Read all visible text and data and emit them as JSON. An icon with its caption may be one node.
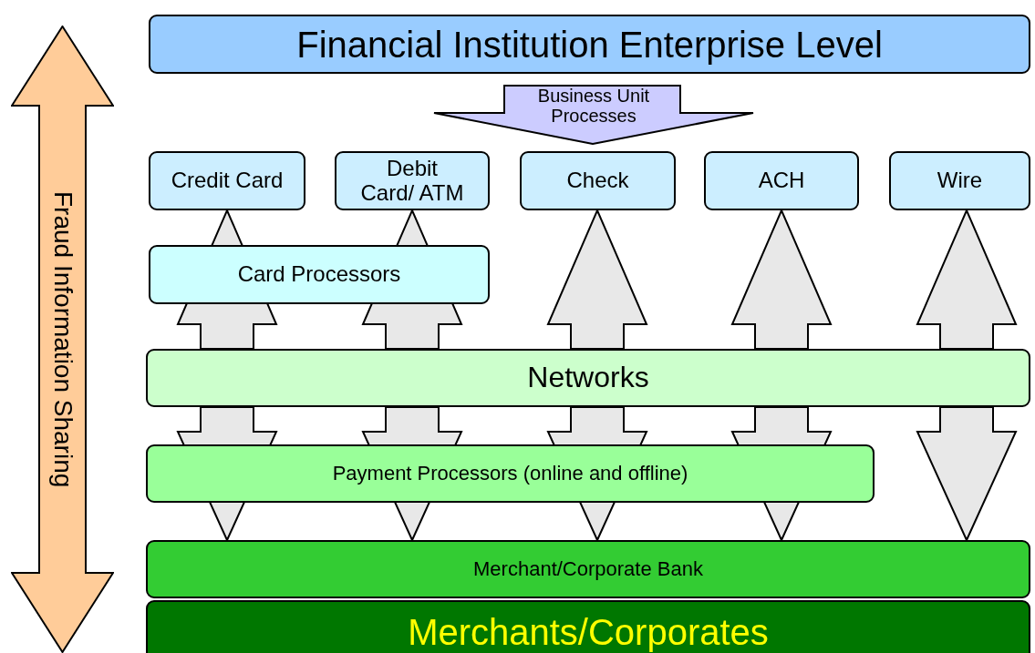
{
  "diagram": {
    "nodes": [
      {
        "text": [
          "Financial Institution Enterprise Level"
        ]
      },
      {
        "text": [
          "Business Unit Processes"
        ]
      },
      {
        "text": [
          "Credit Card"
        ]
      },
      {
        "text": [
          "Debit Card/ ATM"
        ]
      },
      {
        "text": [
          "Check"
        ]
      },
      {
        "text": [
          "ACH"
        ]
      },
      {
        "text": [
          "Wire"
        ]
      },
      {
        "text": [
          "Card Processors"
        ]
      },
      {
        "text": [
          "Networks"
        ]
      },
      {
        "text": [
          "Payment Processors (online and offline)"
        ]
      },
      {
        "text": [
          "Merchant/Corporate Bank"
        ]
      },
      {
        "text": [
          "Merchants/Corporates"
        ]
      },
      {
        "text": [
          "Fraud Information Sharing"
        ]
      }
    ],
    "edges": [
      {
        "from": 8,
        "to": 2,
        "arrow": "to"
      },
      {
        "from": 8,
        "to": 3,
        "arrow": "to"
      },
      {
        "from": 8,
        "to": 4,
        "arrow": "to"
      },
      {
        "from": 8,
        "to": 5,
        "arrow": "to"
      },
      {
        "from": 8,
        "to": 6,
        "arrow": "to"
      },
      {
        "from": 8,
        "to": 10,
        "arrow": "to"
      },
      {
        "from": 8,
        "to": 10,
        "arrow": "to"
      },
      {
        "from": 8,
        "to": 10,
        "arrow": "to"
      },
      {
        "from": 8,
        "to": 10,
        "arrow": "to"
      },
      {
        "from": 8,
        "to": 10,
        "arrow": "to"
      }
    ]
  }
}
